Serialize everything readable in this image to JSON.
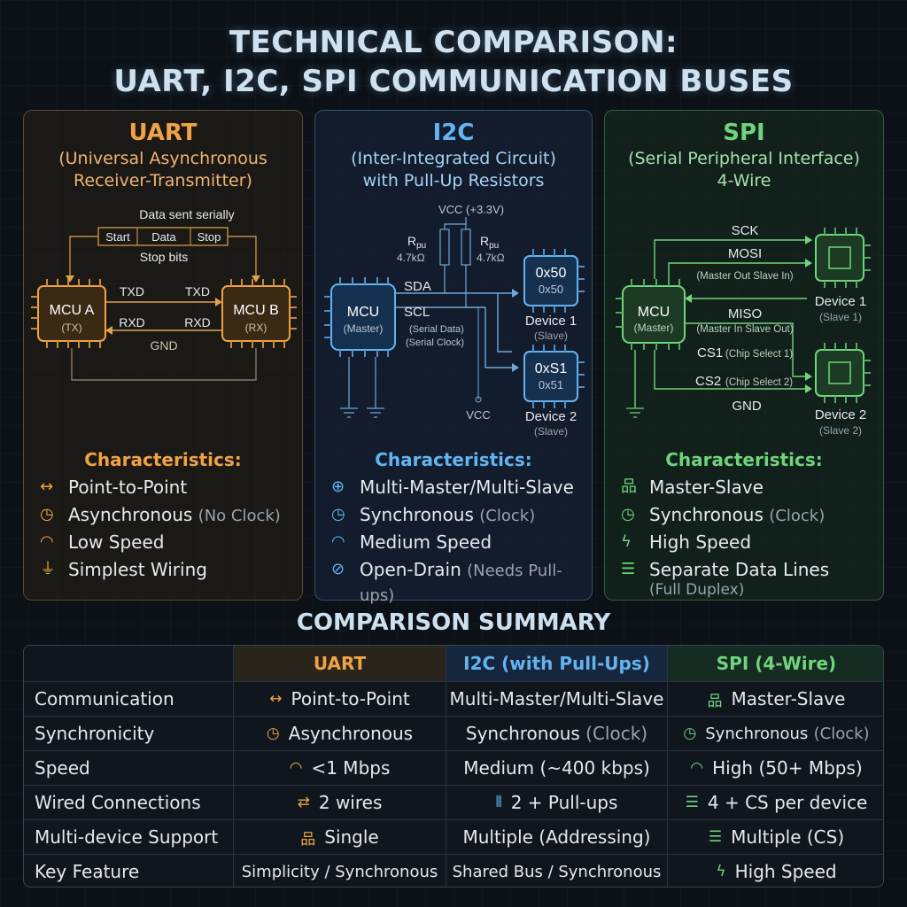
{
  "title_line1": "TECHNICAL COMPARISON:",
  "title_line2": "UART, I2C, SPI COMMUNICATION BUSES",
  "uart": {
    "title": "UART",
    "sub1": "(Universal Asynchronous",
    "sub2": "Receiver-Transmitter)",
    "frame_caption": "Data sent serially",
    "frame": [
      "Start",
      "Data",
      "Stop"
    ],
    "stop_caption": "Stop bits",
    "mcu_a": "MCU A",
    "mcu_a_role": "(TX)",
    "mcu_b": "MCU B",
    "mcu_b_role": "(RX)",
    "txd_a": "TXD",
    "txd_b": "TXD",
    "rxd_a": "RXD",
    "rxd_b": "RXD",
    "gnd": "GND",
    "char_title": "Characteristics:",
    "chars": [
      {
        "icon": "bidirectional-arrow-icon",
        "text": "Point-to-Point",
        "muted": ""
      },
      {
        "icon": "clock-icon",
        "text": "Asynchronous",
        "muted": "(No Clock)"
      },
      {
        "icon": "gauge-icon",
        "text": "Low Speed",
        "muted": ""
      },
      {
        "icon": "plug-icon",
        "text": "Simplest Wiring",
        "muted": ""
      }
    ]
  },
  "i2c": {
    "title": "I2C",
    "sub1": "(Inter-Integrated Circuit)",
    "sub2": "with Pull-Up Resistors",
    "vcc_top": "VCC (+3.3V)",
    "rpu": "R",
    "rpu_sub": "pu",
    "rpu_val": "4.7kΩ",
    "mcu": "MCU",
    "mcu_role": "(Master)",
    "sda": "SDA",
    "scl": "SCL",
    "sda_desc": "(Serial Data)",
    "scl_desc": "(Serial Clock)",
    "dev1_addr": "0x50",
    "dev1_addr2": "0x50",
    "dev1": "Device 1",
    "dev1_role": "(Slave)",
    "dev2_addr": "0xS1",
    "dev2_addr2": "0x51",
    "dev2": "Device 2",
    "dev2_role": "(Slave)",
    "vcc_bottom": "VCC",
    "char_title": "Characteristics:",
    "chars": [
      {
        "icon": "globe-icon",
        "text": "Multi-Master/Multi-Slave",
        "muted": ""
      },
      {
        "icon": "clock-icon",
        "text": "Synchronous",
        "muted": "(Clock)"
      },
      {
        "icon": "gauge-icon",
        "text": "Medium Speed",
        "muted": ""
      },
      {
        "icon": "open-drain-icon",
        "text": "Open-Drain",
        "muted": "(Needs Pull-ups)"
      }
    ]
  },
  "spi": {
    "title": "SPI",
    "sub1": "(Serial Peripheral Interface)",
    "sub2": "4-Wire",
    "sck": "SCK",
    "mosi": "MOSI",
    "mosi_desc": "(Master Out Slave In)",
    "miso": "MISO",
    "miso_desc": "(Master In Slave Out)",
    "cs1": "CS1",
    "cs1_desc": "(Chip Select 1)",
    "cs2": "CS2",
    "cs2_desc": "(Chip Select 2)",
    "gnd": "GND",
    "mcu": "MCU",
    "mcu_role": "(Master)",
    "dev1": "Device 1",
    "dev1_role": "(Slave 1)",
    "dev2": "Device 2",
    "dev2_role": "(Slave 2)",
    "char_title": "Characteristics:",
    "chars": [
      {
        "icon": "hierarchy-icon",
        "text": "Master-Slave",
        "muted": ""
      },
      {
        "icon": "clock-icon",
        "text": "Synchronous",
        "muted": "(Clock)"
      },
      {
        "icon": "lightning-icon",
        "text": "High Speed",
        "muted": ""
      },
      {
        "icon": "database-icon",
        "text": "Separate Data Lines",
        "muted": "",
        "sub": "(Full Duplex)"
      }
    ]
  },
  "summary": {
    "title": "COMPARISON SUMMARY",
    "headers": [
      "",
      "UART",
      "I2C (with Pull-Ups)",
      "SPI (4-Wire)"
    ],
    "rows": [
      {
        "label": "Communication",
        "uart": "Point-to-Point",
        "i2c": "Multi-Master/Multi-Slave",
        "spi": "Master-Slave",
        "i2c_muted": ""
      },
      {
        "label": "Synchronicity",
        "uart": "Asynchronous",
        "i2c": "Synchronous",
        "i2c_muted": "(Clock)",
        "spi": "Synchronous",
        "spi_muted": "(Clock)"
      },
      {
        "label": "Speed",
        "uart": "<1 Mbps",
        "i2c": "Medium (~400 kbps)",
        "spi": "High (50+ Mbps)"
      },
      {
        "label": "Wired Connections",
        "uart": "2 wires",
        "i2c": "2 + Pull-ups",
        "spi": "4 + CS per device"
      },
      {
        "label": "Multi-device Support",
        "uart": "Single",
        "i2c": "Multiple (Addressing)",
        "spi": "Multiple (CS)"
      },
      {
        "label": "Key Feature",
        "uart": "Simplicity / Synchronous",
        "i2c": "Shared Bus / Synchronous",
        "spi": "High Speed"
      }
    ]
  }
}
